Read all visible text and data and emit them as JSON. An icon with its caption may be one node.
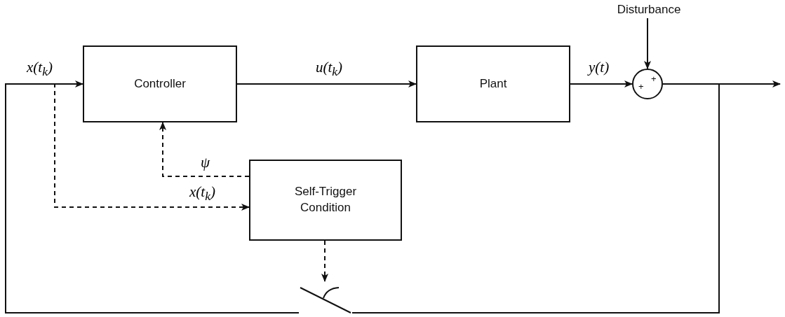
{
  "diagram": {
    "nodes": [
      {
        "text": [
          "Controller"
        ]
      },
      {
        "text": [
          "Plant"
        ]
      },
      {
        "text": [
          "+",
          "+"
        ]
      },
      {
        "text": [
          "Disturbance"
        ]
      },
      {
        "text": [
          "Self-Trigger Condition"
        ]
      },
      {
        "text": [],
        "shape": "switch"
      }
    ],
    "edges": [
      {
        "from": 0,
        "to": 1,
        "arrow": "to",
        "label": "u(t$_{k}$)"
      },
      {
        "from": 1,
        "to": 2,
        "arrow": "to",
        "label": "y(t)"
      },
      {
        "from": 3,
        "to": 2,
        "arrow": "to"
      },
      {
        "from": 2,
        "to": null,
        "arrow": "to"
      },
      {
        "from": 2,
        "to": 5,
        "arrow": "none"
      },
      {
        "from": 5,
        "to": 0,
        "arrow": "to",
        "label": "x(t$_{k}$)"
      },
      {
        "from": 4,
        "to": 0,
        "arrow": "to",
        "label": "ψ",
        "style": "dashed"
      },
      {
        "from": 5,
        "to": 4,
        "arrow": "to",
        "label": "x(t$_{k}$)",
        "style": "dashed"
      },
      {
        "from": 4,
        "to": 5,
        "arrow": "to",
        "style": "dashed"
      }
    ]
  }
}
